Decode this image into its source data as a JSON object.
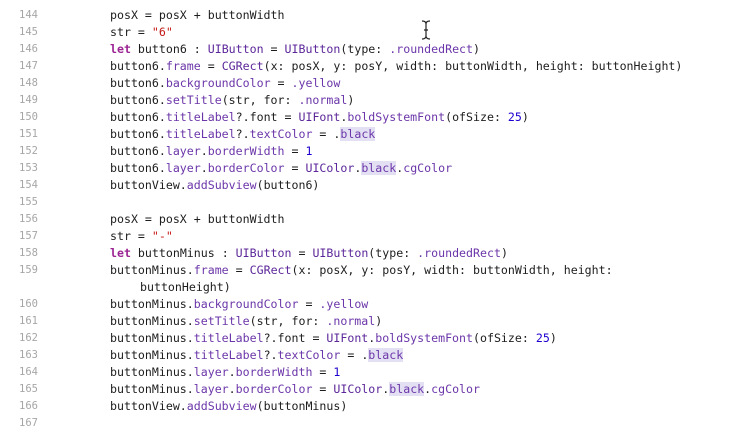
{
  "editor": {
    "colors": {
      "keyword": "#9b2393",
      "type": "#5b2699",
      "property": "#6b36a9",
      "string": "#c41a16",
      "number": "#1c00cf",
      "line_number": "#a6a6a6",
      "highlight": "#e4e0f4"
    },
    "cursor_icon": "text-cursor-icon",
    "lines": [
      {
        "n": "144",
        "tokens": [
          {
            "t": "posX = posX + buttonWidth"
          }
        ]
      },
      {
        "n": "145",
        "tokens": [
          {
            "t": "str = "
          },
          {
            "t": "\"6\"",
            "c": "str"
          }
        ]
      },
      {
        "n": "146",
        "tokens": [
          {
            "t": "let",
            "c": "kw"
          },
          {
            "t": " button6 : "
          },
          {
            "t": "UIButton",
            "c": "type"
          },
          {
            "t": " = "
          },
          {
            "t": "UIButton",
            "c": "type"
          },
          {
            "t": "(type: "
          },
          {
            "t": ".roundedRect",
            "c": "prop"
          },
          {
            "t": ")"
          }
        ]
      },
      {
        "n": "147",
        "tokens": [
          {
            "t": "button6."
          },
          {
            "t": "frame",
            "c": "prop"
          },
          {
            "t": " = "
          },
          {
            "t": "CGRect",
            "c": "type"
          },
          {
            "t": "(x: posX, y: posY, width: buttonWidth, height: buttonHeight)"
          }
        ]
      },
      {
        "n": "148",
        "tokens": [
          {
            "t": "button6."
          },
          {
            "t": "backgroundColor",
            "c": "prop"
          },
          {
            "t": " = "
          },
          {
            "t": ".yellow",
            "c": "prop"
          }
        ]
      },
      {
        "n": "149",
        "tokens": [
          {
            "t": "button6."
          },
          {
            "t": "setTitle",
            "c": "prop"
          },
          {
            "t": "(str, for: "
          },
          {
            "t": ".normal",
            "c": "prop"
          },
          {
            "t": ")"
          }
        ]
      },
      {
        "n": "150",
        "tokens": [
          {
            "t": "button6."
          },
          {
            "t": "titleLabel",
            "c": "prop"
          },
          {
            "t": "?.font = "
          },
          {
            "t": "UIFont",
            "c": "type"
          },
          {
            "t": "."
          },
          {
            "t": "boldSystemFont",
            "c": "prop"
          },
          {
            "t": "(ofSize: "
          },
          {
            "t": "25",
            "c": "num"
          },
          {
            "t": ")"
          }
        ]
      },
      {
        "n": "151",
        "tokens": [
          {
            "t": "button6."
          },
          {
            "t": "titleLabel",
            "c": "prop"
          },
          {
            "t": "?."
          },
          {
            "t": "textColor",
            "c": "prop"
          },
          {
            "t": " = ."
          },
          {
            "t": "black",
            "c": "prop-hl"
          }
        ]
      },
      {
        "n": "152",
        "tokens": [
          {
            "t": "button6."
          },
          {
            "t": "layer",
            "c": "prop"
          },
          {
            "t": "."
          },
          {
            "t": "borderWidth",
            "c": "prop"
          },
          {
            "t": " = "
          },
          {
            "t": "1",
            "c": "num"
          }
        ]
      },
      {
        "n": "153",
        "tokens": [
          {
            "t": "button6."
          },
          {
            "t": "layer",
            "c": "prop"
          },
          {
            "t": "."
          },
          {
            "t": "borderColor",
            "c": "prop"
          },
          {
            "t": " = "
          },
          {
            "t": "UIColor",
            "c": "type"
          },
          {
            "t": "."
          },
          {
            "t": "black",
            "c": "prop-hl"
          },
          {
            "t": "."
          },
          {
            "t": "cgColor",
            "c": "prop"
          }
        ]
      },
      {
        "n": "154",
        "tokens": [
          {
            "t": "buttonView."
          },
          {
            "t": "addSubview",
            "c": "prop"
          },
          {
            "t": "(button6)"
          }
        ]
      },
      {
        "n": "155",
        "tokens": []
      },
      {
        "n": "156",
        "tokens": [
          {
            "t": "posX = posX + buttonWidth"
          }
        ]
      },
      {
        "n": "157",
        "tokens": [
          {
            "t": "str = "
          },
          {
            "t": "\"-\"",
            "c": "str"
          }
        ]
      },
      {
        "n": "158",
        "tokens": [
          {
            "t": "let",
            "c": "kw"
          },
          {
            "t": " buttonMinus : "
          },
          {
            "t": "UIButton",
            "c": "type"
          },
          {
            "t": " = "
          },
          {
            "t": "UIButton",
            "c": "type"
          },
          {
            "t": "(type: "
          },
          {
            "t": ".roundedRect",
            "c": "prop"
          },
          {
            "t": ")"
          }
        ]
      },
      {
        "n": "159",
        "tokens": [
          {
            "t": "buttonMinus."
          },
          {
            "t": "frame",
            "c": "prop"
          },
          {
            "t": " = "
          },
          {
            "t": "CGRect",
            "c": "type"
          },
          {
            "t": "(x: posX, y: posY, width: buttonWidth, height:"
          }
        ]
      },
      {
        "n": "",
        "wrap": true,
        "tokens": [
          {
            "t": "buttonHeight)"
          }
        ]
      },
      {
        "n": "160",
        "tokens": [
          {
            "t": "buttonMinus."
          },
          {
            "t": "backgroundColor",
            "c": "prop"
          },
          {
            "t": " = "
          },
          {
            "t": ".yellow",
            "c": "prop"
          }
        ]
      },
      {
        "n": "161",
        "tokens": [
          {
            "t": "buttonMinus."
          },
          {
            "t": "setTitle",
            "c": "prop"
          },
          {
            "t": "(str, for: "
          },
          {
            "t": ".normal",
            "c": "prop"
          },
          {
            "t": ")"
          }
        ]
      },
      {
        "n": "162",
        "tokens": [
          {
            "t": "buttonMinus."
          },
          {
            "t": "titleLabel",
            "c": "prop"
          },
          {
            "t": "?.font = "
          },
          {
            "t": "UIFont",
            "c": "type"
          },
          {
            "t": "."
          },
          {
            "t": "boldSystemFont",
            "c": "prop"
          },
          {
            "t": "(ofSize: "
          },
          {
            "t": "25",
            "c": "num"
          },
          {
            "t": ")"
          }
        ]
      },
      {
        "n": "163",
        "tokens": [
          {
            "t": "buttonMinus."
          },
          {
            "t": "titleLabel",
            "c": "prop"
          },
          {
            "t": "?."
          },
          {
            "t": "textColor",
            "c": "prop"
          },
          {
            "t": " = ."
          },
          {
            "t": "black",
            "c": "prop-hl"
          }
        ]
      },
      {
        "n": "164",
        "tokens": [
          {
            "t": "buttonMinus."
          },
          {
            "t": "layer",
            "c": "prop"
          },
          {
            "t": "."
          },
          {
            "t": "borderWidth",
            "c": "prop"
          },
          {
            "t": " = "
          },
          {
            "t": "1",
            "c": "num"
          }
        ]
      },
      {
        "n": "165",
        "tokens": [
          {
            "t": "buttonMinus."
          },
          {
            "t": "layer",
            "c": "prop"
          },
          {
            "t": "."
          },
          {
            "t": "borderColor",
            "c": "prop"
          },
          {
            "t": " = "
          },
          {
            "t": "UIColor",
            "c": "type"
          },
          {
            "t": "."
          },
          {
            "t": "black",
            "c": "prop-hl"
          },
          {
            "t": "."
          },
          {
            "t": "cgColor",
            "c": "prop"
          }
        ]
      },
      {
        "n": "166",
        "tokens": [
          {
            "t": "buttonView."
          },
          {
            "t": "addSubview",
            "c": "prop"
          },
          {
            "t": "(buttonMinus)"
          }
        ]
      },
      {
        "n": "167",
        "tokens": []
      }
    ]
  }
}
